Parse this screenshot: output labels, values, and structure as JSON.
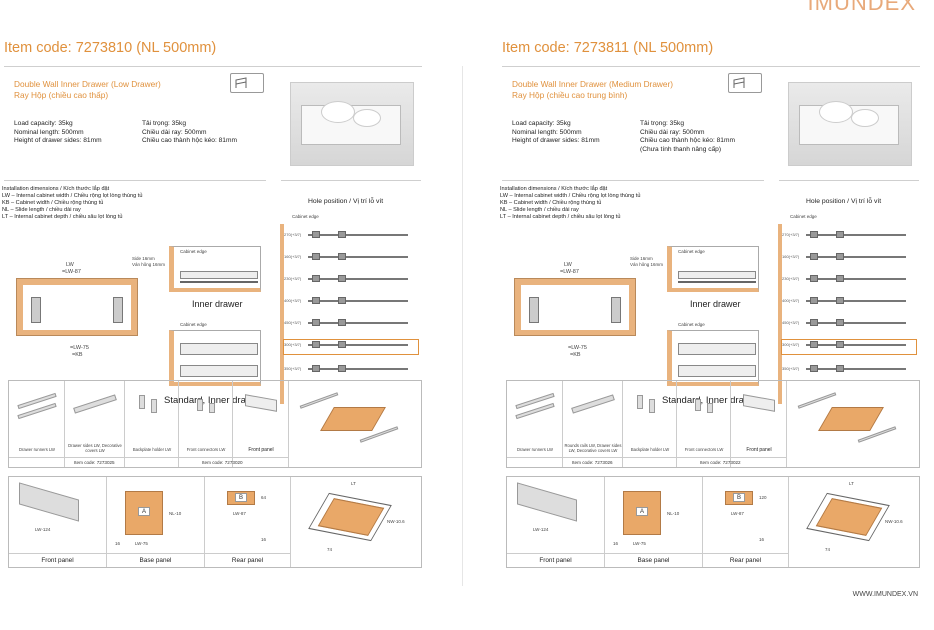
{
  "brand": "IMUNDEX",
  "footer_url": "WWW.IMUNDEX.VN",
  "pages": [
    {
      "item_code": "Item code: 7273810 (NL 500mm)",
      "title_en": "Double Wall Inner Drawer (Low Drawer)",
      "title_vn": "Ray Hộp (chiều cao thấp)",
      "specs_en": [
        "Load capacity: 35kg",
        "Nominal length: 500mm",
        "Height of drawer sides: 81mm"
      ],
      "specs_vn": [
        "Tải trọng: 35kg",
        "Chiều dài ray: 500mm",
        "Chiều cao thành hộc kéo: 81mm"
      ],
      "install": [
        "Installation dimensions / Kích thước lắp đặt",
        "LW – Internal cabinet width / Chiều rộng lọt lòng thùng tủ",
        "KB – Cabinet width / Chiều rộng thùng tủ",
        "NL – Slide length / chiều dài ray",
        "LT – Internal cabinet depth / chiều sâu lọt lòng tủ"
      ],
      "hole_title": "Hole position / Vị trí lỗ vít",
      "inner_drawer": "Inner drawer",
      "standard_inner": "Standard, Inner drawer",
      "side_note": [
        "Side 16mm",
        "Ván hông 16mm"
      ],
      "lw": "LW",
      "lw87": "=LW-87",
      "lw75": "=LW-75",
      "kb": "=KB",
      "cabinet_edge": "Cabinet edge",
      "hole_heights": [
        "270(+3/7)",
        "160(+3/7)",
        "230(+3/7)",
        "400(+3/7)",
        "450(+3/7)",
        "300(+3/7)",
        "350(+3/7)"
      ],
      "parts": [
        "Drawer runners LW",
        "Drawer sides LW, Decorative covers LW",
        "Backplate holder LW",
        "Front connectors LW",
        "Front panel"
      ],
      "item_codes": [
        "Item code: 7273025",
        "Item code: 7273020"
      ],
      "panels": [
        "Front panel",
        "Base panel",
        "Rear panel"
      ],
      "panel_dims": {
        "front": "LW-124",
        "base_w": "LW-75",
        "rear": "LW-87",
        "nl": "NL-10",
        "a": "A",
        "b": "B",
        "h16": "16",
        "dims": [
          "64",
          "16",
          "74"
        ],
        "lt": "LT",
        "nw": "NW-10.6"
      }
    },
    {
      "item_code": "Item code: 7273811 (NL 500mm)",
      "title_en": "Double Wall Inner Drawer (Medium Drawer)",
      "title_vn": "Ray Hộp (chiều cao trung bình)",
      "specs_en": [
        "Load capacity: 35kg",
        "Nominal length: 500mm",
        "Height of drawer sides: 81mm"
      ],
      "specs_vn": [
        "Tải trọng: 35kg",
        "Chiều dài ray: 500mm",
        "Chiều cao thành hộc kéo: 81mm",
        "(Chưa tính thanh nâng cấp)"
      ],
      "install": [
        "Installation dimensions / Kích thước lắp đặt",
        "LW – Internal cabinet width / Chiều rộng lọt lòng thùng tủ",
        "KB – Cabinet width / Chiều rộng thùng tủ",
        "NL – Slide length / chiều dài ray",
        "LT – Internal cabinet depth / chiều sâu lọt lòng tủ"
      ],
      "hole_title": "Hole position / Vị trí lỗ vít",
      "inner_drawer": "Inner drawer",
      "standard_inner": "Standard, Inner drawer",
      "side_note": [
        "Side 16mm",
        "Ván hông 16mm"
      ],
      "lw": "LW",
      "lw87": "=LW-87",
      "lw75": "=LW-75",
      "kb": "=KB",
      "cabinet_edge": "Cabinet edge",
      "hole_heights": [
        "270(+3/7)",
        "160(+3/7)",
        "230(+3/7)",
        "400(+3/7)",
        "450(+3/7)",
        "300(+3/7)",
        "350(+3/7)"
      ],
      "parts": [
        "Drawer runners LW",
        "Rounds rails LW, Drawer sides LW, Decorative covers LW",
        "Backplate holder LW",
        "Front connectors LW",
        "Front panel"
      ],
      "item_codes": [
        "Item code: 7273026",
        "Item code: 7273022"
      ],
      "panels": [
        "Front panel",
        "Base panel",
        "Rear panel"
      ],
      "panel_dims": {
        "front": "LW-124",
        "base_w": "LW-75",
        "rear": "LW-87",
        "nl": "NL-10",
        "a": "A",
        "b": "B",
        "h16": "16",
        "dims": [
          "120",
          "16",
          "74"
        ],
        "lt": "LT",
        "nw": "NW-10.6"
      }
    }
  ]
}
